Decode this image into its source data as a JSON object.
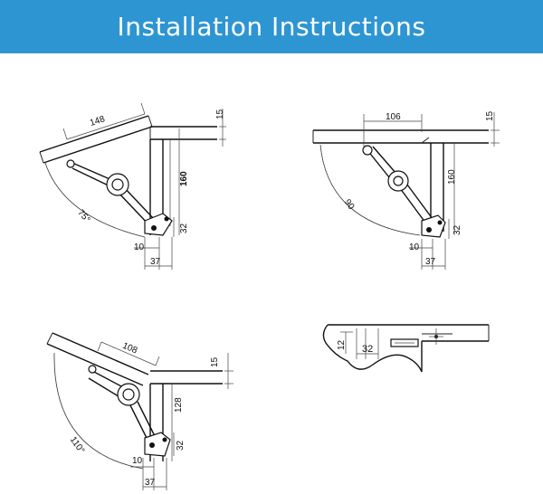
{
  "header": {
    "title": "Installation Instructions",
    "background_color": "#2e95d3",
    "text_color": "#ffffff"
  },
  "diagrams": [
    {
      "angle_label": "75°",
      "dims": {
        "length": "148",
        "thickness": "15",
        "height": "160",
        "offset_32": "32",
        "offset_10": "10",
        "width_37": "37"
      }
    },
    {
      "angle_label": "90",
      "dims": {
        "length": "106",
        "thickness": "15",
        "height": "160",
        "offset_32": "32",
        "offset_10": "10",
        "width_37": "37"
      }
    },
    {
      "angle_label": "110°",
      "dims": {
        "length": "108",
        "thickness": "15",
        "height": "128",
        "offset_32": "32",
        "offset_10": "10",
        "width_37": "37"
      }
    },
    {
      "dims": {
        "vertical_12": "12",
        "horizontal_32": "32"
      }
    }
  ]
}
